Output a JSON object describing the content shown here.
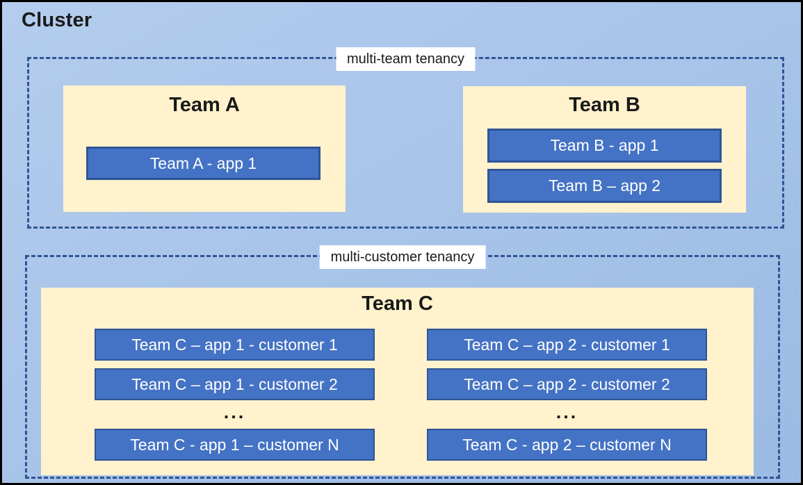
{
  "cluster": {
    "title": "Cluster"
  },
  "zones": {
    "multi_team": {
      "label": "multi-team tenancy",
      "team_a": {
        "name": "Team A",
        "apps": [
          "Team A - app 1"
        ]
      },
      "team_b": {
        "name": "Team B",
        "apps": [
          "Team B - app 1",
          "Team B – app 2"
        ]
      }
    },
    "multi_customer": {
      "label": "multi-customer tenancy",
      "team_c": {
        "name": "Team C",
        "ellipsis": "...",
        "col1": {
          "apps": [
            "Team C – app 1 - customer 1",
            "Team C – app 1 - customer 2",
            "Team C - app 1 – customer N"
          ]
        },
        "col2": {
          "apps": [
            "Team C – app 2 - customer 1",
            "Team C – app 2 - customer 2",
            "Team C - app 2 – customer N"
          ]
        }
      }
    }
  },
  "colors": {
    "background_top": "#B4CDEE",
    "background_bottom": "#9BBAE3",
    "panel_fill": "#FFF2CC",
    "app_fill": "#4472C4",
    "app_border": "#2F5496",
    "dashed_border": "#2F5496",
    "outer_border": "#000000",
    "app_text": "#FFFFFF",
    "label_bg": "#FFFFFF",
    "text": "#1A1A1A"
  }
}
